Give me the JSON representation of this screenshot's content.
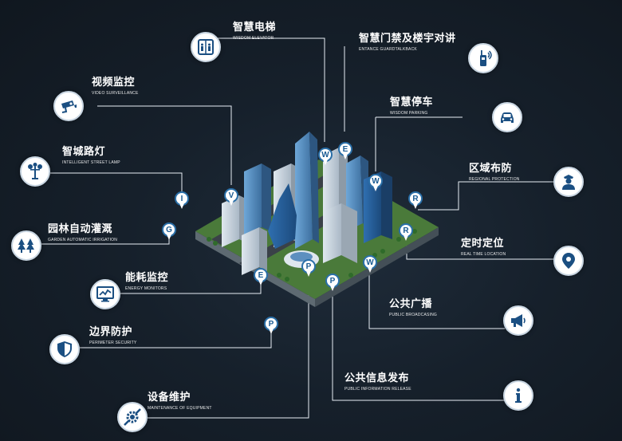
{
  "features": {
    "elevator": {
      "zh": "智慧电梯",
      "en": "WISDOM ELEVATOR"
    },
    "entrance": {
      "zh": "智慧门禁及楼宇对讲",
      "en": "ENTANCE GUARDTALKBACK"
    },
    "video": {
      "zh": "视频监控",
      "en": "VIDEO SURVEILLANCE"
    },
    "parking": {
      "zh": "智慧停车",
      "en": "WISDOM PARKING"
    },
    "streetlamp": {
      "zh": "智城路灯",
      "en": "INTELLIGENT STREET LAMP"
    },
    "regional": {
      "zh": "区域布防",
      "en": "REGIONAL PROTECTION"
    },
    "garden": {
      "zh": "园林自动灌溉",
      "en": "GARDEN AUTOMATIC IRRIGATION"
    },
    "timing": {
      "zh": "定时定位",
      "en": "REAL TIME LOCATION"
    },
    "energy": {
      "zh": "能耗监控",
      "en": "ENERGY MONITORS"
    },
    "broadcast": {
      "zh": "公共广播",
      "en": "PUBLIC BROADCASING"
    },
    "perimeter": {
      "zh": "边界防护",
      "en": "PERIMETER SECURITY"
    },
    "info": {
      "zh": "公共信息发布",
      "en": "PUBLIC INFORMATION RELEASE"
    },
    "maintenance": {
      "zh": "设备维护",
      "en": "MAINTENANCE OF EQUIPMENT"
    }
  },
  "markers": {
    "e_top": "E",
    "w_top": "W",
    "w_mid": "W",
    "r_right1": "R",
    "r_right2": "R",
    "v": "V",
    "i": "I",
    "g": "G",
    "e_low": "E",
    "p1": "P",
    "p2": "P",
    "w_low": "W",
    "p_left": "P"
  },
  "icons": {
    "elevator": "elevator-icon",
    "entrance": "walkie-talkie-icon",
    "video": "cctv-camera-icon",
    "parking": "car-icon",
    "streetlamp": "street-lamp-icon",
    "regional": "guard-icon",
    "garden": "trees-icon",
    "timing": "location-pin-icon",
    "energy": "monitor-chart-icon",
    "broadcast": "megaphone-icon",
    "perimeter": "shield-icon",
    "info": "info-icon",
    "maintenance": "gear-wrench-icon"
  },
  "colors": {
    "background": "#141d27",
    "line": "#e8eef5",
    "marker_border": "#2a6fa8",
    "icon": "#1b4f82"
  }
}
